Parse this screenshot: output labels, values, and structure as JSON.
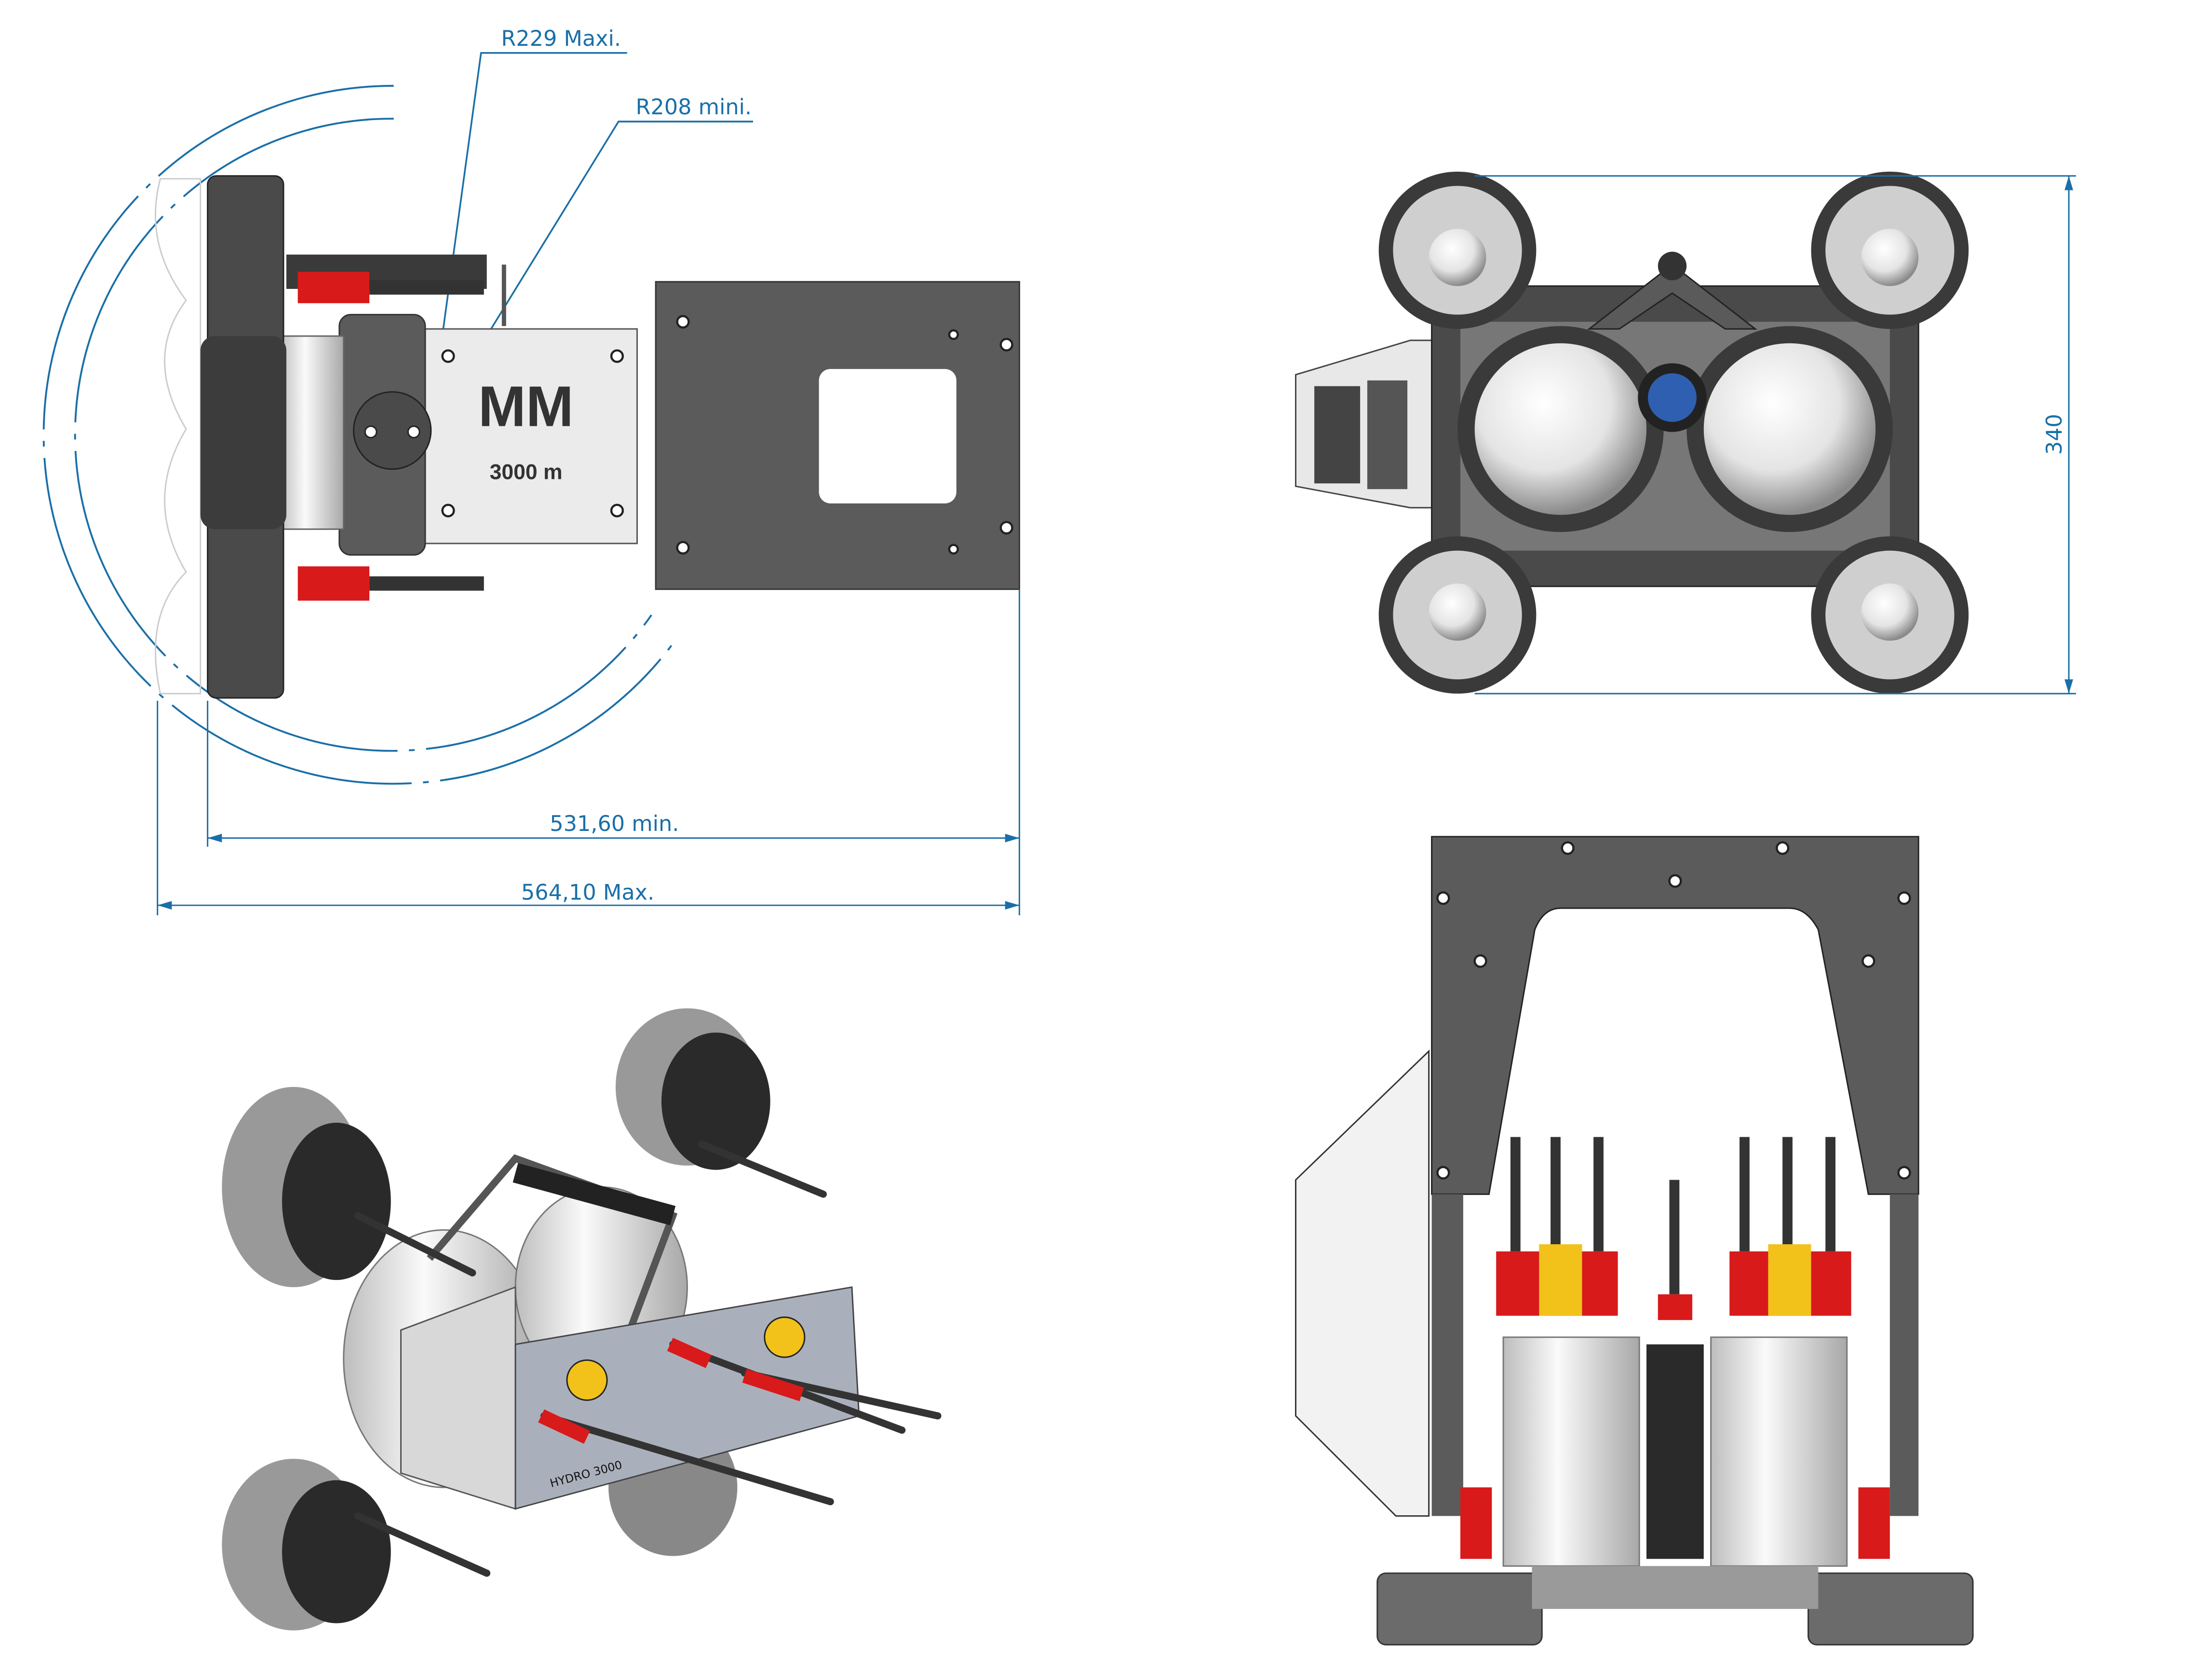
{
  "title": "HYDRO 3000 ROV tool - dimensional views",
  "colors": {
    "dimension": "#1a6fa8",
    "frame": "#5b5b5b",
    "connector": "#d81a1a",
    "accent_yellow": "#f2c21b",
    "camera_blue": "#2f5fb0"
  },
  "side_view": {
    "radius_max_label": "R229 Maxi.",
    "radius_min_label": "R208 mini.",
    "length_min_label": "531,60 min.",
    "length_max_label": "564,10 Max.",
    "logo": "MM",
    "depth_label": "3000 m"
  },
  "front_view": {
    "height_label": "340"
  },
  "iso_view": {
    "panel_label": "HYDRO 3000"
  }
}
